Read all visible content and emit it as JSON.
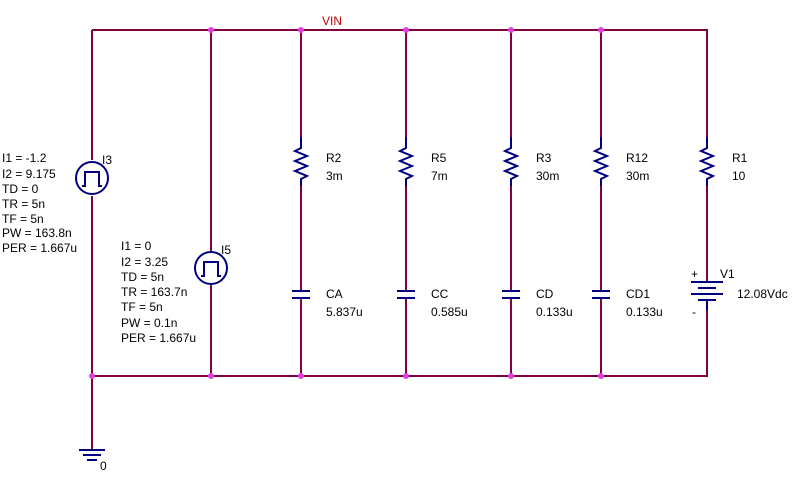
{
  "net": {
    "vin": "VIN",
    "ground": "0"
  },
  "sources": {
    "i3": {
      "name": "I3",
      "params": [
        "I1 = -1.2",
        "I2 = 9.175",
        "TD = 0",
        "TR = 5n",
        "TF = 5n",
        "PW = 163.8n",
        "PER = 1.667u"
      ]
    },
    "i5": {
      "name": "I5",
      "params": [
        "I1 = 0",
        "I2 = 3.25",
        "TD = 5n",
        "TR = 163.7n",
        "TF = 5n",
        "PW = 0.1n",
        "PER = 1.667u"
      ]
    },
    "v1": {
      "name": "V1",
      "value": "12.08Vdc",
      "plus": "+",
      "minus": "-"
    }
  },
  "branches": [
    {
      "r_name": "R2",
      "r_value": "3m",
      "c_name": "CA",
      "c_value": "5.837u"
    },
    {
      "r_name": "R5",
      "r_value": "7m",
      "c_name": "CC",
      "c_value": "0.585u"
    },
    {
      "r_name": "R3",
      "r_value": "30m",
      "c_name": "CD",
      "c_value": "0.133u"
    },
    {
      "r_name": "R12",
      "r_value": "30m",
      "c_name": "CD1",
      "c_value": "0.133u"
    }
  ],
  "load": {
    "name": "R1",
    "value": "10"
  }
}
